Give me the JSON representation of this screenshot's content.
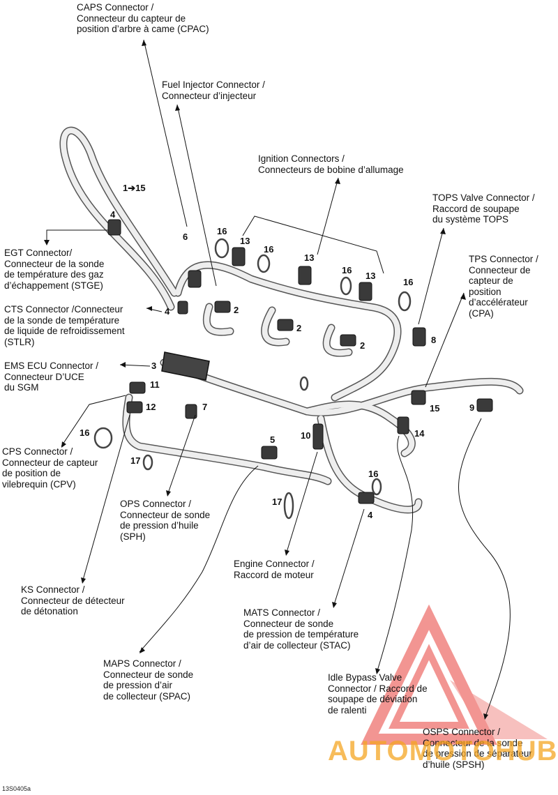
{
  "callouts": {
    "caps": "CAPS Connector /\nConnecteur du capteur de\nposition d’arbre à came (CPAC)",
    "fuel_injector": "Fuel Injector Connector /\nConnecteur d’injecteur",
    "ignition": "Ignition Connectors /\nConnecteurs de bobine d’allumage",
    "tops_valve": "TOPS Valve Connector /\nRaccord de soupape\ndu système TOPS",
    "tps": "TPS Connector /\nConnecteur de\ncapteur de\nposition\nd’accélérateur\n(CPA)",
    "egt": "EGT Connector/\nConnecteur de la sonde\nde température des gaz\nd’échappement (STGE)",
    "cts": "CTS Connector /Connecteur\nde la sonde de température\nde liquide de refroidissement\n(STLR)",
    "ems_ecu": "EMS ECU Connector /\nConnecteur D’UCE\ndu SGM",
    "cps": "CPS Connector /\nConnecteur de capteur\nde position de\nvilebrequin (CPV)",
    "ops": "OPS Connector /\nConnecteur de sonde\nde pression d’huile\n(SPH)",
    "engine": "Engine Connector /\nRaccord de moteur",
    "ks": "KS Connector /\nConnecteur de détecteur\nde détonation",
    "mats": "MATS Connector /\nConnecteur de sonde\nde pression de température\nd’air de collecteur (STAC)",
    "maps": "MAPS Connector /\nConnecteur de sonde\nde pression d’air\nde collecteur (SPAC)",
    "idle_bypass": "Idle Bypass Valve\nConnector / Raccord de\nsoupape de déviation\nde ralenti",
    "osps": "OSPS Connector /\nConnecteur de la sonde\nde pression de séparateur\nd’huile (SPSH)"
  },
  "numbers": {
    "range": "1➔15",
    "n4a": "4",
    "n6": "6",
    "n16a": "16",
    "n13a": "13",
    "n16b": "16",
    "n13b": "13",
    "n16c": "16",
    "n13c": "13",
    "n16d": "16",
    "n4b": "4",
    "n2a": "2",
    "n2b": "2",
    "n2c": "2",
    "n8": "8",
    "n3": "3",
    "n11": "11",
    "n12": "12",
    "n7": "7",
    "n16e": "16",
    "n17a": "17",
    "n5": "5",
    "n10": "10",
    "n15": "15",
    "n14": "14",
    "n9": "9",
    "n16f": "16",
    "n17b": "17",
    "n4c": "4"
  },
  "figure_code": "13S0405a",
  "watermark": {
    "text": "AUTOMOTOHUB",
    "color_orange": "#f5a623",
    "color_red": "#e8403a"
  }
}
